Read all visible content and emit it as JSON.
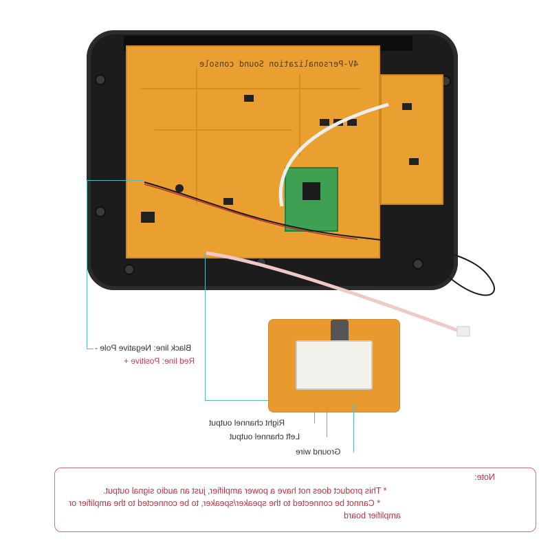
{
  "board": {
    "silkscreen": "4V-Personalization Sound console"
  },
  "power_labels": {
    "black_line": "Black line: Negative Pole -",
    "red_line": "Red line: Positive +"
  },
  "output_labels": {
    "right": "Right channel output",
    "left": "Left channel output",
    "ground": "Ground wire"
  },
  "note": {
    "title": "Note:",
    "line1": "* This product does not have a power amplifier, just an audio signal output.",
    "line2": "* Cannot be connected to the speaker/speaker, to be connected to the amplifier or",
    "line3": "amplifier board"
  },
  "colors": {
    "accent_line": "#59b8c0",
    "note_red": "#c8303d",
    "pcb": "#e9a030"
  }
}
